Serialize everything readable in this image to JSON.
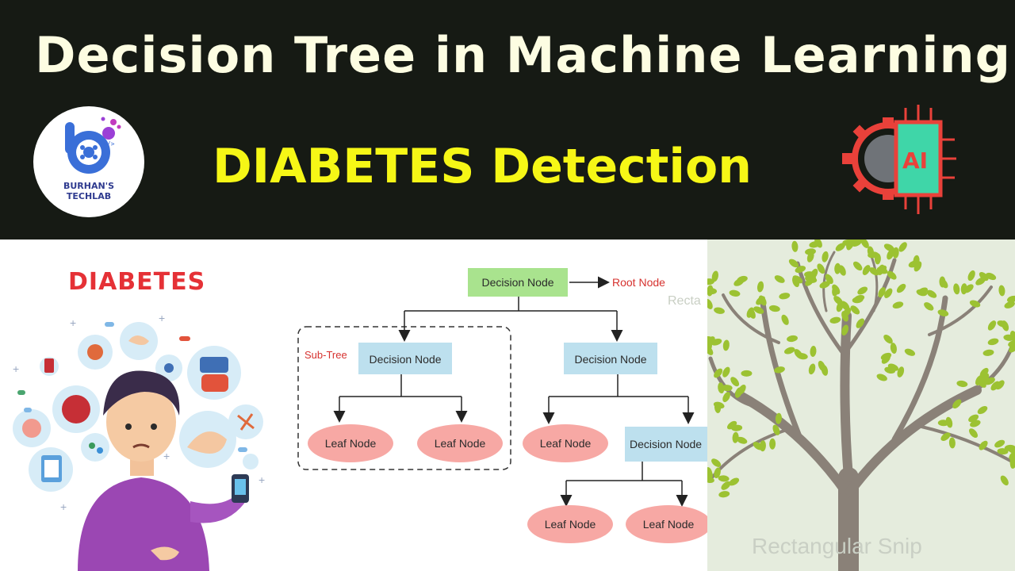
{
  "banner": {
    "title": "Decision Tree in Machine Learning",
    "subtitle": "DIABETES Detection",
    "logo": {
      "line1": "BURHAN'S",
      "line2": "TECHLAB",
      "icon_text": "</>"
    },
    "ai_badge": "AI",
    "colors": {
      "background": "#161a14",
      "title": "#fdfde2",
      "subtitle": "#f6f716",
      "ai_accent": "#e9413a",
      "ai_panel": "#3fd6a8"
    }
  },
  "left_panel": {
    "heading": "DIABETES",
    "heading_color": "#e53136"
  },
  "diagram": {
    "root_label": "Decision Node",
    "root_annotation": "Root Node",
    "subtree_label": "Sub-Tree",
    "left_decision": "Decision Node",
    "right_decision": "Decision Node",
    "inner_decision": "Decision Node",
    "leaves": [
      "Leaf Node",
      "Leaf Node",
      "Leaf Node",
      "Leaf Node",
      "Leaf Node"
    ],
    "faint_label": "Recta",
    "colors": {
      "root_fill": "#a9e38e",
      "decision_fill": "#bde0ee",
      "leaf_fill": "#f7a8a4",
      "annotation": "#d6322f"
    }
  },
  "right_panel": {
    "faint_text": "Rectangular Snip",
    "colors": {
      "background": "#e5ecdd",
      "trunk": "#8a8178",
      "leaf": "#9cc232"
    }
  }
}
